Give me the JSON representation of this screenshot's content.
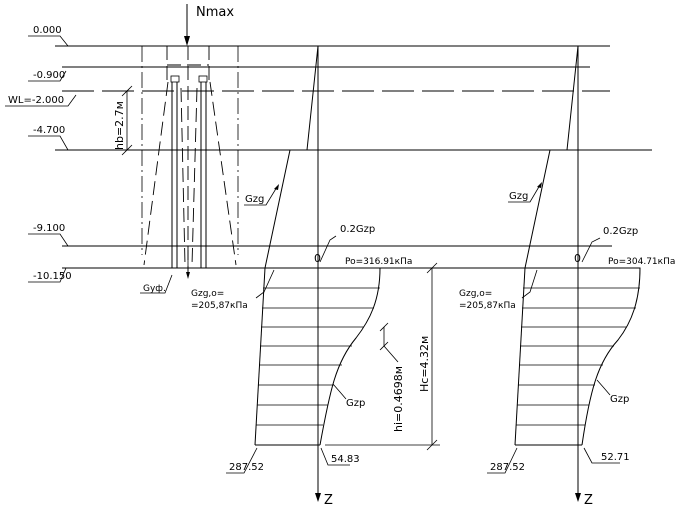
{
  "elevations": {
    "e0": "0.000",
    "e1": "-0.900",
    "wl": "WL=-2.000",
    "e2": "-4.700",
    "e3": "-9.100",
    "e4": "-10.150"
  },
  "load_label": "Nmax",
  "hb_label": "hb=2.7м",
  "hc_label": "Hc=4.32м",
  "hi_label": "hi=0.4698м",
  "pile_label": "Gzg,o=\n=205,87кПа",
  "left_diagram": {
    "gzg": "Gzg",
    "gzp02": "0.2Gzp",
    "zero": "0",
    "po": "Po=316.91кПа",
    "gzg0_l1": "Gzg,o=",
    "gzg0_l2": "=205,87кПа",
    "gzp": "Gzp",
    "bottom_left": "287.52",
    "bottom_right": "54.83",
    "axis": "Z",
    "gyf": "Gуф."
  },
  "right_diagram": {
    "gzg": "Gzg",
    "gzp02": "0.2Gzp",
    "zero": "0",
    "po": "Po=304.71кПа",
    "gzg0_l1": "Gzg,o=",
    "gzg0_l2": "=205,87кПа",
    "gzp": "Gzp",
    "bottom_left": "287.52",
    "bottom_right": "52.71",
    "axis": "Z"
  }
}
